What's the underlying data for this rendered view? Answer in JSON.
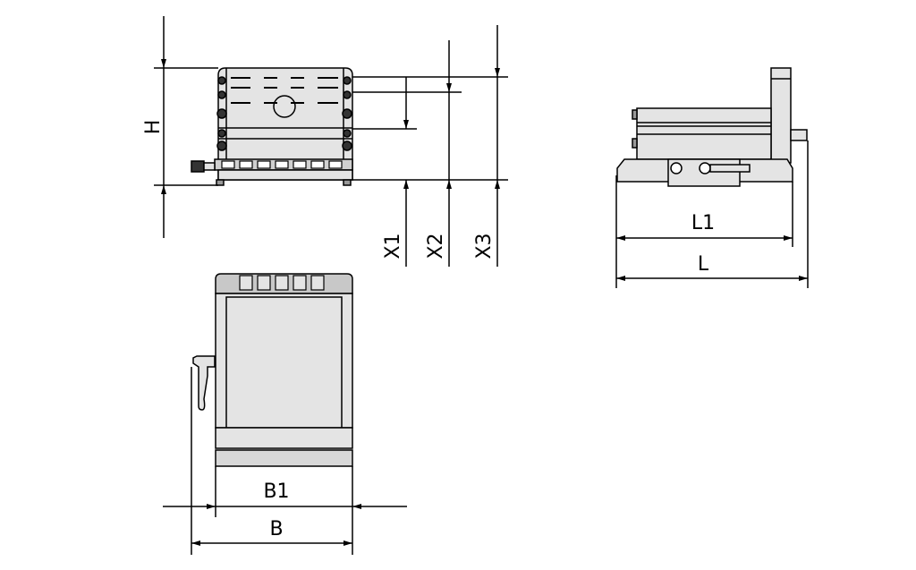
{
  "diagram": {
    "type": "technical dimension drawing",
    "views": [
      "front-view",
      "top-view",
      "side-view"
    ],
    "colors": {
      "line": "#000000",
      "fill": "#e4e4e4",
      "fill_dark": "#c8c8c8",
      "background": "#ffffff"
    }
  },
  "labels": {
    "H": "H",
    "X1": "X1",
    "X2": "X2",
    "X3": "X3",
    "L1": "L1",
    "L": "L",
    "B1": "B1",
    "B": "B"
  }
}
